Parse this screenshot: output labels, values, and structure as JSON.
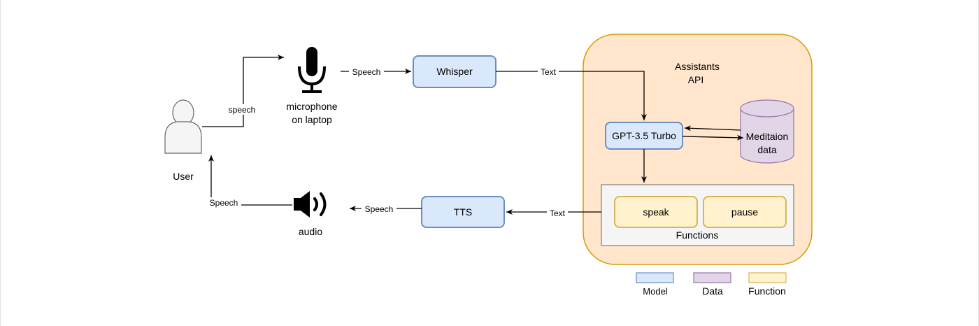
{
  "colors": {
    "model_fill": "#dae8fc",
    "model_stroke": "#6c8ebf",
    "data_fill": "#e1d5e7",
    "data_stroke": "#9673a6",
    "function_fill": "#fff2cc",
    "function_stroke": "#d6b656",
    "assistants_fill": "#ffe6cc",
    "assistants_stroke": "#d79b00",
    "functions_group_fill": "#f5f5f5",
    "functions_group_stroke": "#666666",
    "user_fill": "#f5f5f5",
    "user_stroke": "#666666"
  },
  "nodes": {
    "user": {
      "label": "User",
      "icon": "user-icon"
    },
    "microphone": {
      "label_line1": "microphone",
      "label_line2": "on laptop",
      "icon": "microphone-icon"
    },
    "audio": {
      "label": "audio",
      "icon": "speaker-icon"
    },
    "whisper": {
      "label": "Whisper",
      "kind": "Model"
    },
    "tts": {
      "label": "TTS",
      "kind": "Model"
    },
    "assistants_api": {
      "label_line1": "Assistants",
      "label_line2": "API"
    },
    "gpt": {
      "label": "GPT-3.5 Turbo",
      "kind": "Model"
    },
    "meditation_data": {
      "label_line1": "Meditaion",
      "label_line2": "data",
      "kind": "Data"
    },
    "functions_group": {
      "label": "Functions"
    },
    "speak": {
      "label": "speak",
      "kind": "Function"
    },
    "pause": {
      "label": "pause",
      "kind": "Function"
    }
  },
  "edges": {
    "user_to_mic": "speech",
    "mic_to_whisper": "Speech",
    "whisper_to_gpt": "Text",
    "functions_to_tts": "Text",
    "tts_to_audio": "Speech",
    "audio_to_user": "Speech"
  },
  "legend": {
    "model": "Model",
    "data": "Data",
    "function": "Function"
  }
}
